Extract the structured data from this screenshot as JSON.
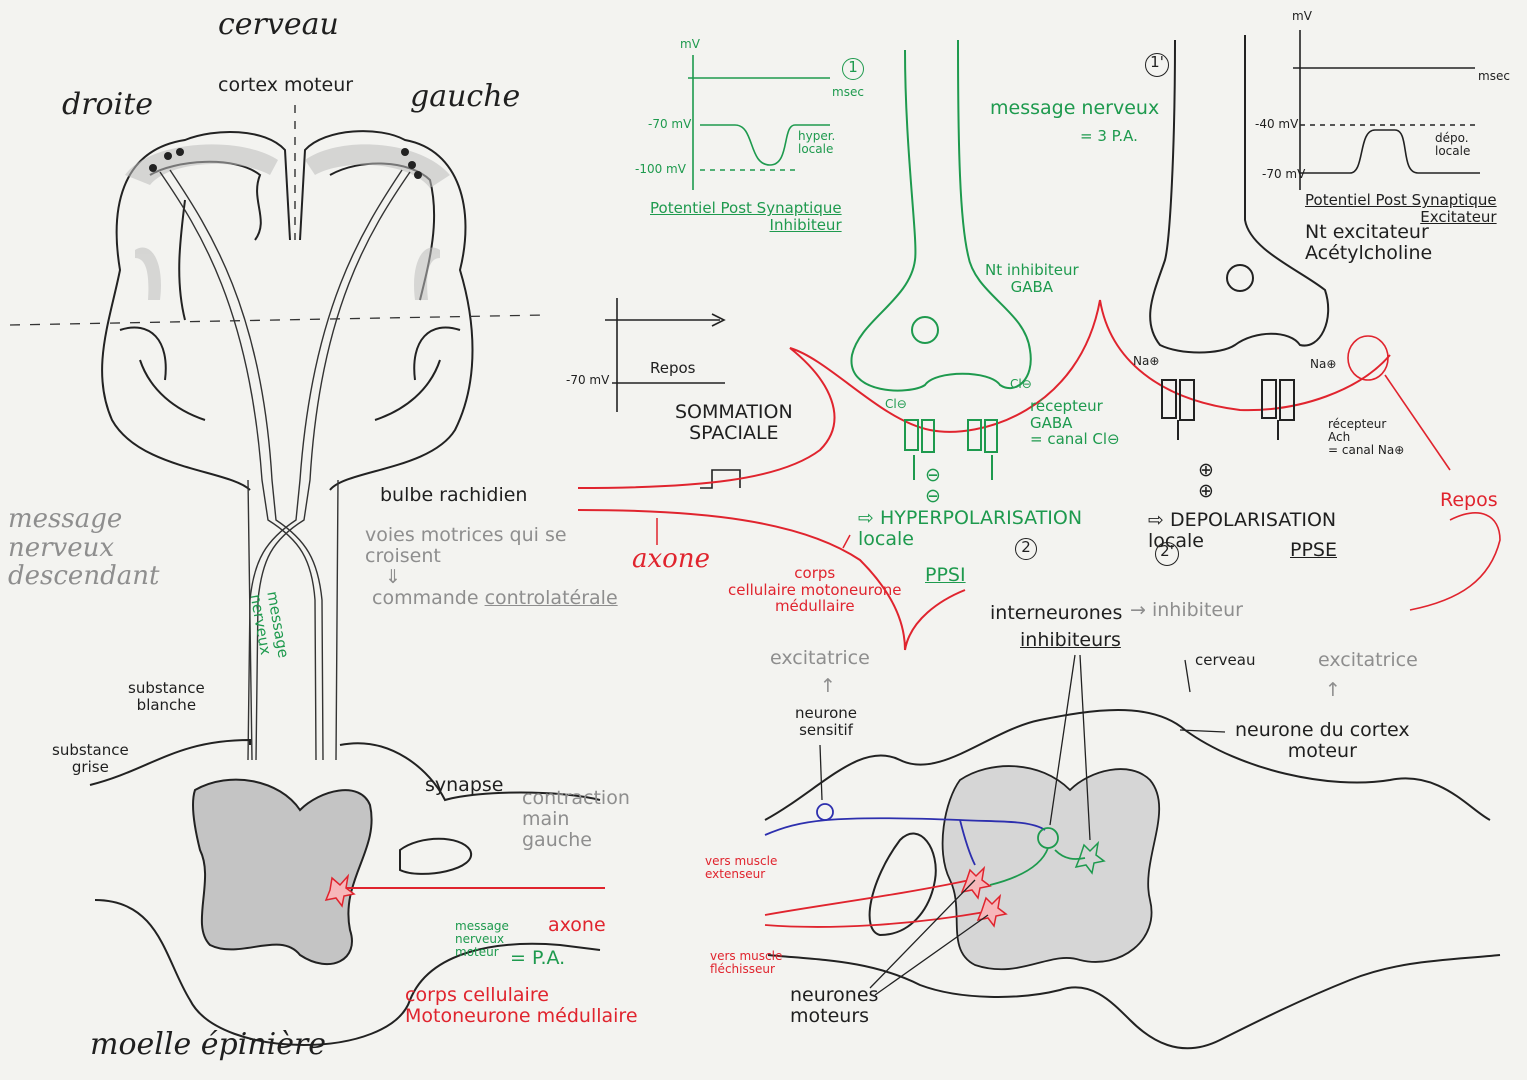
{
  "brain": {
    "title": "cerveau",
    "right": "droite",
    "left": "gauche",
    "cortex": "cortex moteur",
    "medulla": "bulbe rachidien",
    "tracts": "voies motrices qui se\ncroisent",
    "arrow": "⇓",
    "command_a": "commande ",
    "command_b": "controlatérale",
    "descending": "message\nnerveux\ndescendant",
    "tract_message": "message\nnerveux"
  },
  "spinal_left": {
    "white": "substance\nblanche",
    "grey": "substance\ngrise",
    "synapse": "synapse",
    "contraction": "contraction\nmain\ngauche",
    "motor_msg": "message\nnerveux\nmoteur",
    "equals_pa": "= P.A.",
    "axon": "axone",
    "body": "corps cellulaire\nMotoneurone médullaire",
    "title": "moelle épinière"
  },
  "inhibitory": {
    "mv": "mV",
    "msec": "msec",
    "label_num": "1",
    "v70": "-70 mV",
    "v100": "-100 mV",
    "hyper": "hyper.\nlocale",
    "ppsi_title": "Potentiel Post Synaptique\nInhibiteur",
    "nt": "Nt inhibiteur\nGABA",
    "cl_left": "Cl⊖",
    "cl_right": "Cl⊖",
    "receptor": "récepteur\nGABA\n= canal Cl⊖",
    "minus": "⊖\n⊖",
    "hyperpol": "⇨ HYPERPOLARISATION\nlocale",
    "num2": "2",
    "ppsi": "PPSI"
  },
  "summation": {
    "v70": "-70 mV",
    "repos": "Repos",
    "title": "SOMMATION\nSPACIALE",
    "axone": "axone",
    "corps": "corps\ncellulaire motoneurone\nmédullaire"
  },
  "message": {
    "label": "message nerveux",
    "pa": "= 3 P.A.",
    "num1p": "1'"
  },
  "excitatory": {
    "mv": "mV",
    "msec": "msec",
    "v40": "-40 mV",
    "v70": "-70 mV",
    "depo": "dépo.\nlocale",
    "ppse_title": "Potentiel Post Synaptique\nExcitateur",
    "nt": "Nt excitateur\nAcétylcholine",
    "na_left": "Na⊕",
    "na_right": "Na⊕",
    "receptor": "récepteur\nAch\n= canal Na⊕",
    "plus": "⊕\n⊕",
    "depol": "⇨ DEPOLARISATION\nlocale",
    "num2p": "2'",
    "ppse": "PPSE",
    "repos": "Repos"
  },
  "reflex": {
    "interneurons": "interneurones",
    "inhibitors": "inhibiteurs",
    "inhibitor_arrow": "→ inhibiteur",
    "brain": "cerveau",
    "excitatory_left": "excitatrice",
    "excitatory_right": "excitatrice",
    "up_arrow": "↑",
    "sensory": "neurone\nsensitif",
    "cortex_neuron": "neurone du cortex\nmoteur",
    "extensor": "vers muscle\nextenseur",
    "flexor": "vers muscle\nfléchisseur",
    "motor_neurons": "neurones\nmoteurs"
  }
}
